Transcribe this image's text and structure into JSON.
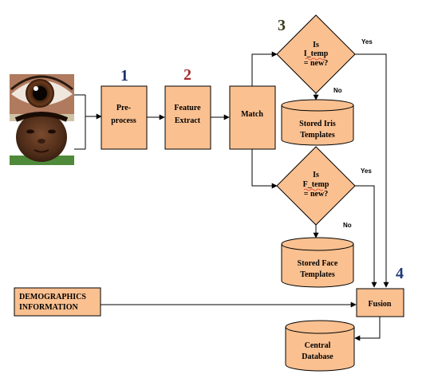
{
  "colors": {
    "box_fill": "#FAC090",
    "box_stroke": "#000000",
    "step1": "#1F2F6B",
    "step2": "#A52A2A",
    "step3": "#3A3A1A",
    "step4": "#1F3B7A",
    "squiggle": "#E23A2A"
  },
  "steps": {
    "s1": "1",
    "s2": "2",
    "s3": "3",
    "s4": "4"
  },
  "images": {
    "eye": "eye-photo",
    "face": "face-photo"
  },
  "boxes": {
    "preprocess": [
      "Pre-",
      "process"
    ],
    "feature": [
      "Feature",
      "Extract"
    ],
    "match": [
      "Match"
    ],
    "demographics": [
      "DEMOGRAPHICS",
      "INFORMATION"
    ],
    "fusion": [
      "Fusion"
    ]
  },
  "decisions": {
    "iris": [
      "Is",
      "I_temp",
      "= new?"
    ],
    "face": [
      "Is",
      "F_temp",
      "= new?"
    ]
  },
  "stores": {
    "iris": [
      "Stored Iris",
      "Templates"
    ],
    "face": [
      "Stored Face",
      "Templates"
    ],
    "central": [
      "Central",
      "Database"
    ]
  },
  "edge_labels": {
    "yes_iris": "Yes",
    "no_iris": "No",
    "yes_face": "Yes",
    "no_face": "No"
  }
}
